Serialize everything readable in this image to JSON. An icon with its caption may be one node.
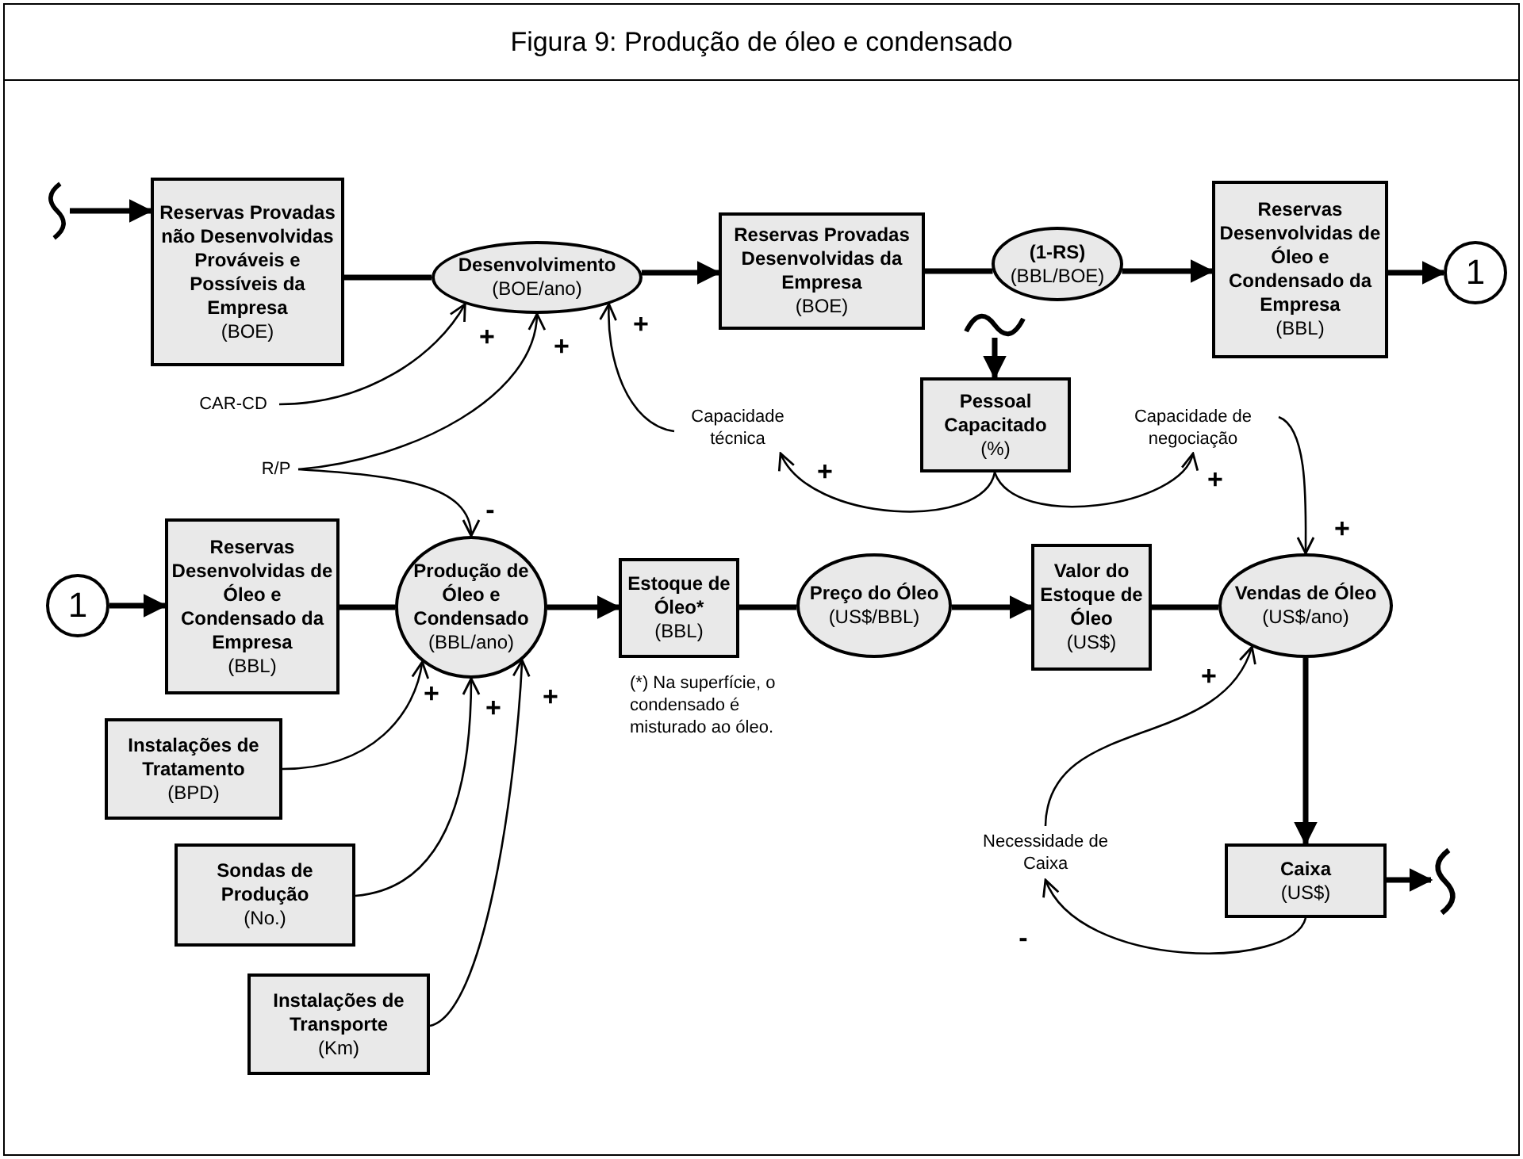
{
  "diagram": {
    "title": "Figura 9: Produção de óleo e condensado",
    "nodes": [
      {
        "text": [],
        "shape": "cloud"
      },
      {
        "text": [
          "Reservas Provadas não Desenvolvidas Prováveis e Possíveis da Empresa",
          "(BOE)"
        ]
      },
      {
        "text": [
          "Desenvolvimento",
          "(BOE/ano)"
        ]
      },
      {
        "text": [
          "Reservas Provadas Desenvolvidas da Empresa",
          "(BOE)"
        ]
      },
      {
        "text": [
          "(1-RS)",
          "(BBL/BOE)"
        ]
      },
      {
        "text": [
          "Reservas Desenvolvidas de Óleo e Condensado da Empresa",
          "(BBL)"
        ]
      },
      {
        "text": [
          "1"
        ]
      },
      {
        "text": [],
        "shape": "cloud"
      },
      {
        "text": [
          "Pessoal Capacitado",
          "(%)"
        ]
      },
      {
        "text": [
          "CAR-CD"
        ]
      },
      {
        "text": [
          "R/P"
        ]
      },
      {
        "text": [
          "Capacidade técnica"
        ]
      },
      {
        "text": [
          "Capacidade de negociação"
        ]
      },
      {
        "text": [
          "1"
        ]
      },
      {
        "text": [
          "Reservas Desenvolvidas de Óleo e Condensado da Empresa",
          "(BBL)"
        ]
      },
      {
        "text": [
          "Produção de Óleo e Condensado",
          "(BBL/ano)"
        ]
      },
      {
        "text": [
          "Estoque de Óleo*",
          "(BBL)"
        ]
      },
      {
        "text": [
          "Preço do Óleo",
          "(US$/BBL)"
        ]
      },
      {
        "text": [
          "Valor do Estoque de Óleo",
          "(US$)"
        ]
      },
      {
        "text": [
          "Vendas de Óleo",
          "(US$/ano)"
        ]
      },
      {
        "text": [
          "Instalações de Tratamento",
          "(BPD)"
        ]
      },
      {
        "text": [
          "Sondas de Produção",
          "(No.)"
        ]
      },
      {
        "text": [
          "Instalações de Transporte",
          "(Km)"
        ]
      },
      {
        "text": [
          "Necessidade de Caixa"
        ]
      },
      {
        "text": [
          "Caixa",
          "(US$)"
        ]
      },
      {
        "text": [],
        "shape": "cloud"
      }
    ],
    "edges": [
      {
        "from": 0,
        "to": 1,
        "arrow": "to"
      },
      {
        "from": 1,
        "to": 2,
        "arrow": "none"
      },
      {
        "from": 2,
        "to": 3,
        "arrow": "to"
      },
      {
        "from": 3,
        "to": 4,
        "arrow": "none"
      },
      {
        "from": 4,
        "to": 5,
        "arrow": "to"
      },
      {
        "from": 5,
        "to": 6,
        "arrow": "to"
      },
      {
        "from": 7,
        "to": 8,
        "arrow": "to"
      },
      {
        "from": 13,
        "to": 14,
        "arrow": "to"
      },
      {
        "from": 14,
        "to": 15,
        "arrow": "none"
      },
      {
        "from": 15,
        "to": 16,
        "arrow": "to"
      },
      {
        "from": 16,
        "to": 17,
        "arrow": "none"
      },
      {
        "from": 17,
        "to": 18,
        "arrow": "to"
      },
      {
        "from": 18,
        "to": 19,
        "arrow": "none"
      },
      {
        "from": 19,
        "to": 24,
        "arrow": "to"
      },
      {
        "from": 24,
        "to": 25,
        "arrow": "to"
      },
      {
        "from": 9,
        "to": 2,
        "arrow": "to",
        "label": "+"
      },
      {
        "from": 10,
        "to": 2,
        "arrow": "to",
        "label": "+"
      },
      {
        "from": 11,
        "to": 2,
        "arrow": "to",
        "label": "+"
      },
      {
        "from": 10,
        "to": 15,
        "arrow": "to",
        "label": "-"
      },
      {
        "from": 8,
        "to": 11,
        "arrow": "to",
        "label": "+"
      },
      {
        "from": 8,
        "to": 12,
        "arrow": "to",
        "label": "+"
      },
      {
        "from": 12,
        "to": 19,
        "arrow": "to",
        "label": "+"
      },
      {
        "from": 20,
        "to": 15,
        "arrow": "to",
        "label": "+"
      },
      {
        "from": 21,
        "to": 15,
        "arrow": "to",
        "label": "+"
      },
      {
        "from": 22,
        "to": 15,
        "arrow": "to",
        "label": "+"
      },
      {
        "from": 23,
        "to": 19,
        "arrow": "to",
        "label": "+"
      },
      {
        "from": 24,
        "to": 23,
        "arrow": "to",
        "label": "-"
      }
    ],
    "labels": [
      "(*) Na superfície, o condensado é misturado ao óleo."
    ]
  }
}
